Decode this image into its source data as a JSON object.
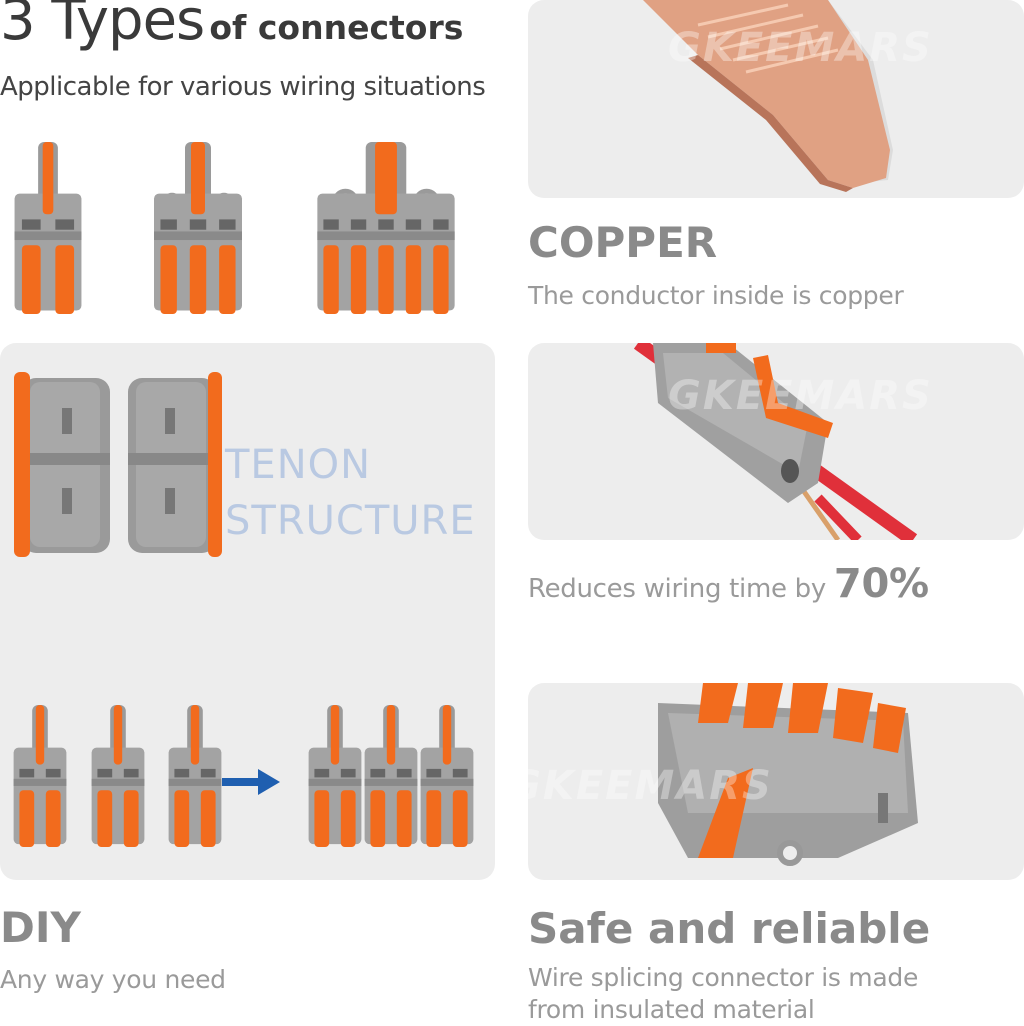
{
  "header": {
    "title_big": "3 Types",
    "title_small": "of connectors",
    "subtitle": "Applicable for various wiring situations"
  },
  "connector_types": [
    {
      "ways": 2
    },
    {
      "ways": 3
    },
    {
      "ways": 5
    }
  ],
  "diy_panel": {
    "overlay_line1": "TENON",
    "overlay_line2": "STRUCTURE",
    "arrow_color": "#1f5fb0",
    "heading": "DIY",
    "caption": "Any way you need"
  },
  "copper": {
    "watermark": "GKEEMARS",
    "heading": "COPPER",
    "caption": "The conductor inside is copper"
  },
  "wiring": {
    "watermark": "GKEEMARS",
    "caption_prefix": "Reduces wiring time by",
    "caption_value": "70%"
  },
  "safety": {
    "watermark": "GKEEMARS",
    "heading": "Safe and reliable",
    "caption_line1": "Wire splicing connector is made",
    "caption_line2": "from insulated material"
  },
  "colors": {
    "orange": "#f26b1d",
    "gray_body": "#9c9c9c",
    "copper": "#e0a183",
    "wire_red": "#e0303a",
    "panel_bg": "#ededed"
  }
}
